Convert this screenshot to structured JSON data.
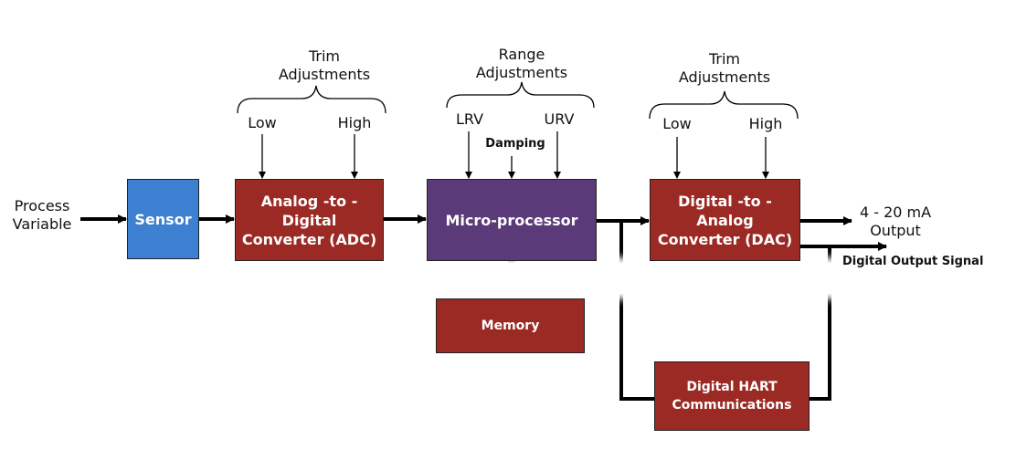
{
  "input_label": "Process\nVariable",
  "blocks": {
    "sensor": "Sensor",
    "adc": "Analog -to -\nDigital\nConverter (ADC)",
    "micro": "Micro-processor",
    "dac": "Digital -to -\nAnalog\nConverter (DAC)",
    "memory": "Memory",
    "hart": "Digital HART\nCommunications"
  },
  "adc_trim": {
    "heading": "Trim\nAdjustments",
    "low": "Low",
    "high": "High"
  },
  "range": {
    "heading": "Range\nAdjustments",
    "lrv": "LRV",
    "damping": "Damping",
    "urv": "URV"
  },
  "dac_trim": {
    "heading": "Trim\nAdjustments",
    "low": "Low",
    "high": "High"
  },
  "outputs": {
    "analog": "4 - 20 mA\nOutput",
    "digital": "Digital Output Signal"
  },
  "colors": {
    "red": "#9b2a24",
    "blue": "#3d7fd0",
    "purple": "#5b3a7a"
  }
}
